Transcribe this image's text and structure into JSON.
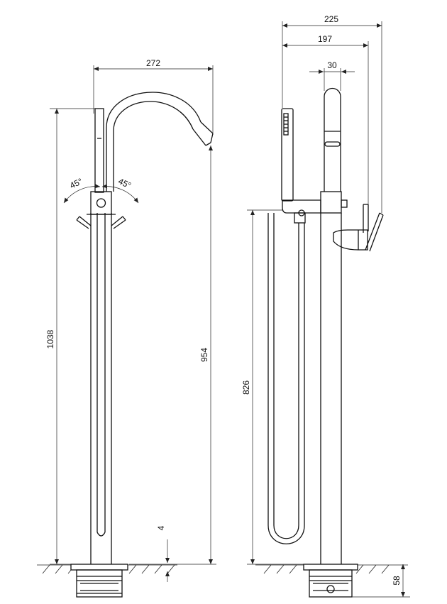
{
  "dimensions": {
    "front_width": "272",
    "front_height_total": "1038",
    "spout_height": "954",
    "base_gap": "4",
    "angle_left": "45°",
    "angle_right": "45°",
    "side_total_depth": "225",
    "side_depth": "197",
    "lever_width": "30",
    "hose_outlet_height": "826",
    "base_height": "58"
  },
  "colors": {
    "line": "#111111",
    "background": "#ffffff"
  }
}
